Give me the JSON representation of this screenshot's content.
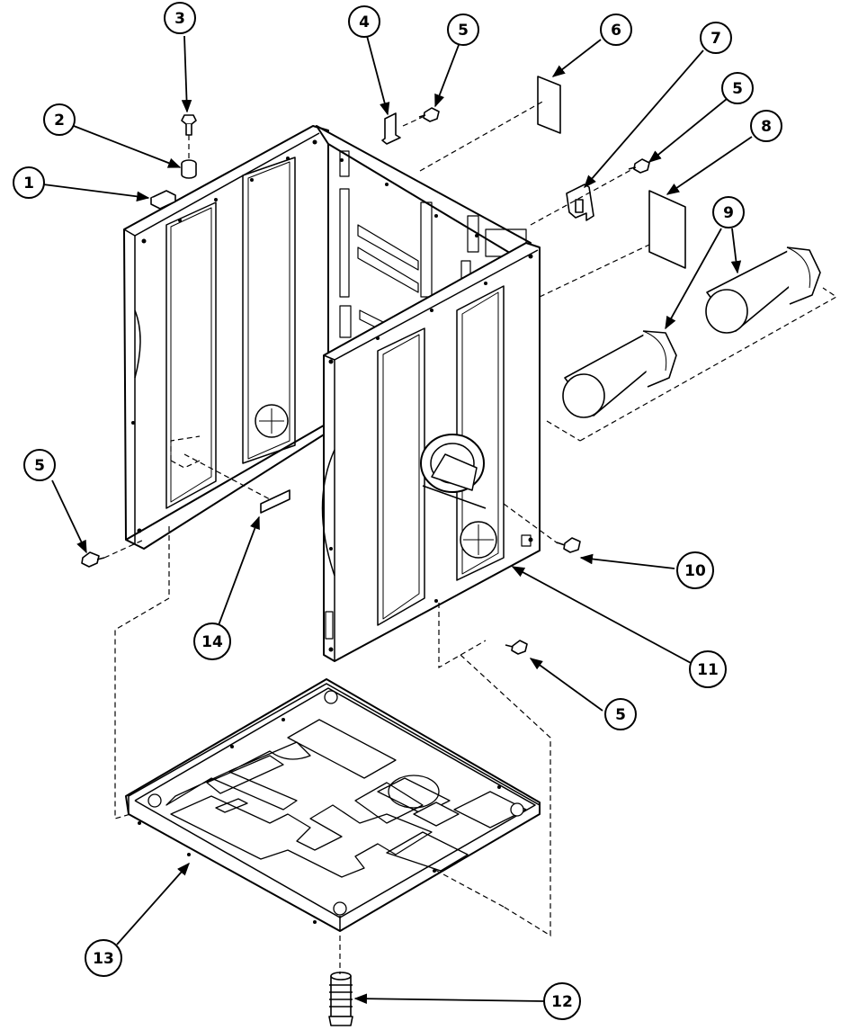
{
  "diagram": {
    "line_color": "#000000",
    "fill_color": "#ffffff",
    "callouts": [
      {
        "id": "1",
        "label": "1"
      },
      {
        "id": "2",
        "label": "2"
      },
      {
        "id": "3",
        "label": "3"
      },
      {
        "id": "4",
        "label": "4"
      },
      {
        "id": "5a",
        "label": "5"
      },
      {
        "id": "6",
        "label": "6"
      },
      {
        "id": "7",
        "label": "7"
      },
      {
        "id": "5b",
        "label": "5"
      },
      {
        "id": "8",
        "label": "8"
      },
      {
        "id": "9",
        "label": "9"
      },
      {
        "id": "5c",
        "label": "5"
      },
      {
        "id": "10",
        "label": "10"
      },
      {
        "id": "14",
        "label": "14"
      },
      {
        "id": "11",
        "label": "11"
      },
      {
        "id": "5d",
        "label": "5"
      },
      {
        "id": "13",
        "label": "13"
      },
      {
        "id": "12",
        "label": "12"
      }
    ]
  }
}
